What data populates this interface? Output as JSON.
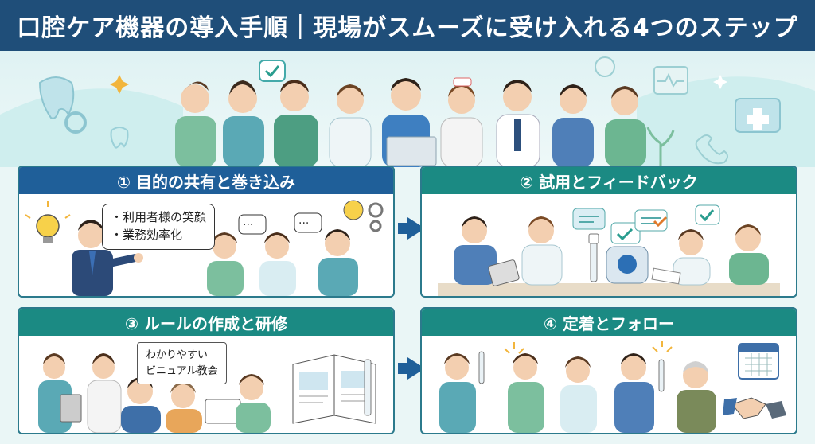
{
  "title": "口腔ケア機器の導入手順｜現場がスムーズに受け入れる4つのステップ",
  "steps": [
    {
      "label": "① 目的の共有と巻き込み",
      "bubble_lines": [
        "・利用者様の笑顔",
        "・業務効率化"
      ]
    },
    {
      "label": "② 試用とフィードバック"
    },
    {
      "label": "③ ルールの作成と研修",
      "board_lines": [
        "わかりやすい",
        "ビニュアル教会"
      ]
    },
    {
      "label": "④ 定着とフォロー"
    }
  ],
  "colors": {
    "title_bg": "#1f4e79",
    "step1_head": "#1f5f99",
    "step_head": "#1b8a83",
    "arrow": "#1f5f99"
  }
}
